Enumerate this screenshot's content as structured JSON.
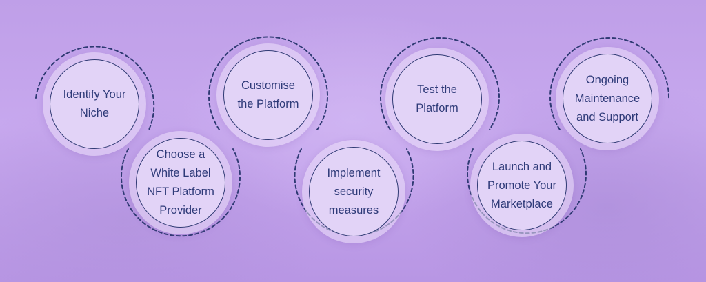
{
  "steps": [
    {
      "label": "Identify Your\nNiche"
    },
    {
      "label": "Choose a\nWhite Label\nNFT Platform\nProvider"
    },
    {
      "label": "Customise\nthe Platform"
    },
    {
      "label": "Implement\nsecurity\nmeasures"
    },
    {
      "label": "Test the\nPlatform"
    },
    {
      "label": "Launch and\nPromote Your\nMarketplace"
    },
    {
      "label": "Ongoing\nMaintenance\nand Support"
    }
  ],
  "colors": {
    "ring": "#2f3a73",
    "text": "#2e3a78",
    "circle_fill": "#e2d3f7"
  }
}
